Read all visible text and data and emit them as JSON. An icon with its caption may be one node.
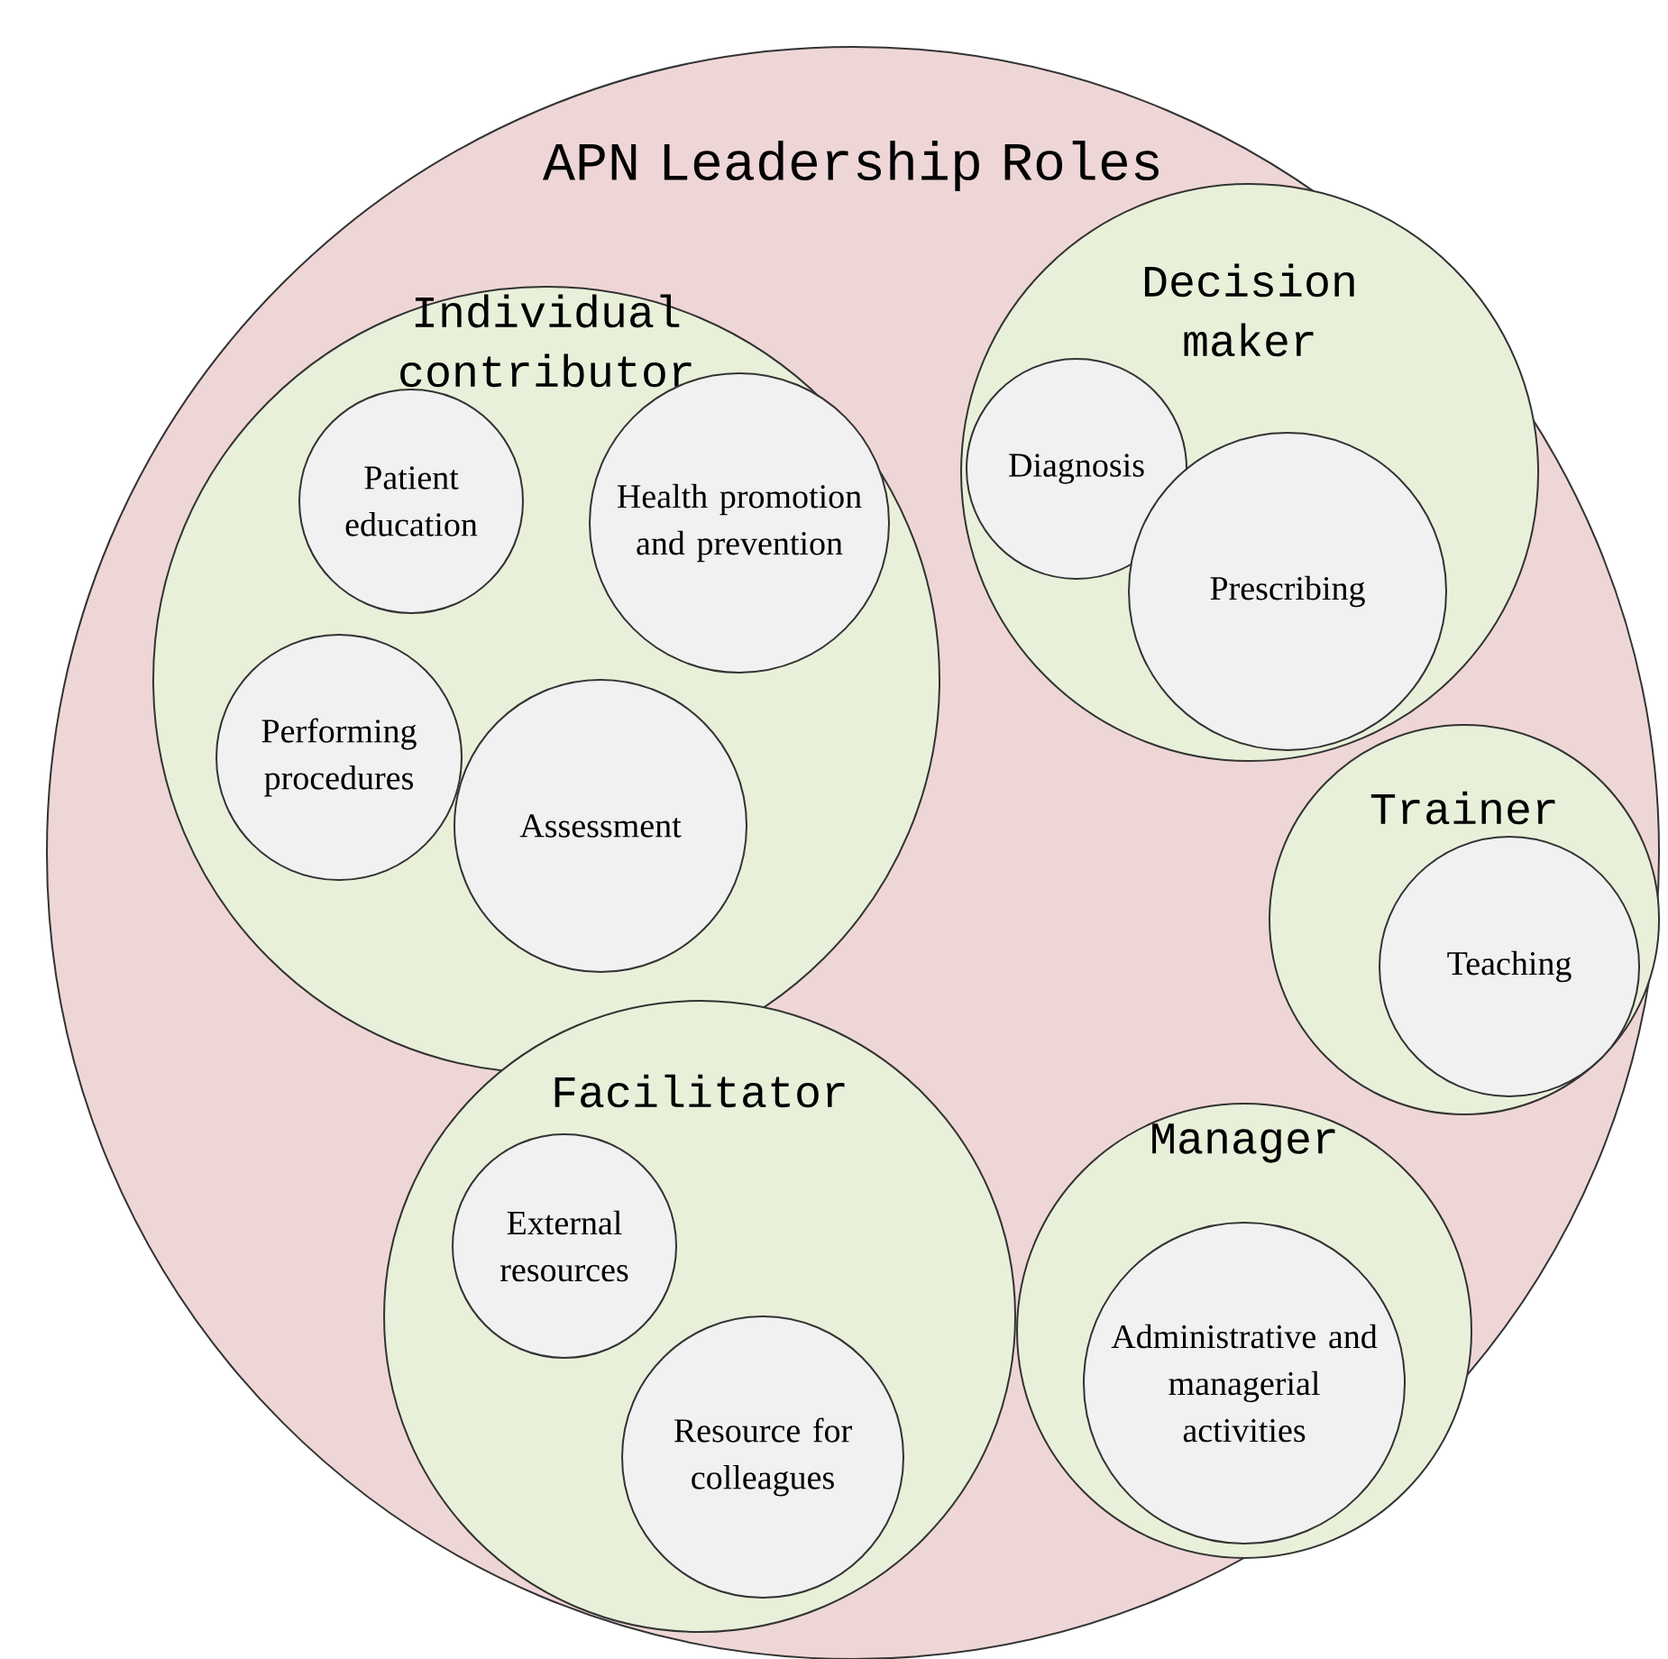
{
  "diagram": {
    "nodes": [
      {
        "text": [
          "APN Leadership Roles"
        ]
      },
      {
        "text": [
          "Individual contributor"
        ],
        "in": 0
      },
      {
        "text": [
          "Patient education"
        ],
        "in": 1
      },
      {
        "text": [
          "Health promotion and prevention"
        ],
        "in": 1
      },
      {
        "text": [
          "Performing procedures"
        ],
        "in": 1
      },
      {
        "text": [
          "Assessment"
        ],
        "in": 1
      },
      {
        "text": [
          "Decision maker"
        ],
        "in": 0
      },
      {
        "text": [
          "Diagnosis"
        ],
        "in": 6
      },
      {
        "text": [
          "Prescribing"
        ],
        "in": 6
      },
      {
        "text": [
          "Trainer"
        ],
        "in": 0
      },
      {
        "text": [
          "Teaching"
        ],
        "in": 9
      },
      {
        "text": [
          "Facilitator"
        ],
        "in": 0
      },
      {
        "text": [
          "External resources"
        ],
        "in": 11
      },
      {
        "text": [
          "Resource for colleagues"
        ],
        "in": 11
      },
      {
        "text": [
          "Manager"
        ],
        "in": 0
      },
      {
        "text": [
          "Administrative and managerial activities"
        ],
        "in": 14
      }
    ]
  }
}
